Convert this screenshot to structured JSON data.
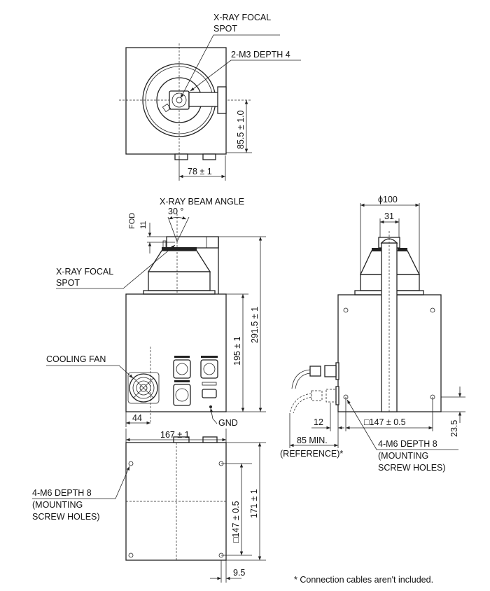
{
  "top_view": {
    "focal_spot_line1": "X-RAY FOCAL",
    "focal_spot_line2": "SPOT",
    "screw_label": "2-M3 DEPTH 4",
    "dim_height": "85.5 ± 1.0",
    "dim_width": "78 ± 1"
  },
  "front_view": {
    "beam_angle_label": "X-RAY BEAM ANGLE",
    "beam_angle_value": "30 °",
    "fod_label": "FOD",
    "fod_value": "11",
    "focal_spot_line1": "X-RAY FOCAL",
    "focal_spot_line2": "SPOT",
    "cooling_fan": "COOLING FAN",
    "dim_body_height": "195 ± 1",
    "dim_total_height": "291.5 ± 1",
    "dim_fan_offset": "44",
    "gnd": "GND"
  },
  "bottom_view": {
    "dim_width": "167 ± 1",
    "mount_line1": "4-M6 DEPTH 8",
    "mount_line2": "(MOUNTING",
    "mount_line3": "SCREW HOLES)",
    "dim_hole_pitch": "□147 ± 0.5",
    "dim_depth": "171 ± 1",
    "dim_offset": "9.5"
  },
  "side_view": {
    "dim_diameter": "ϕ100",
    "dim_tube": "31",
    "dim_hole_pitch": "□147 ± 0.5",
    "dim_hole_height": "23.5",
    "dim_connector": "12",
    "dim_cable_min": "85 MIN.",
    "dim_reference": "(REFERENCE)*",
    "mount_line1": "4-M6 DEPTH 8",
    "mount_line2": "(MOUNTING",
    "mount_line3": "SCREW HOLES)"
  },
  "footnote": "* Connection cables aren't included."
}
